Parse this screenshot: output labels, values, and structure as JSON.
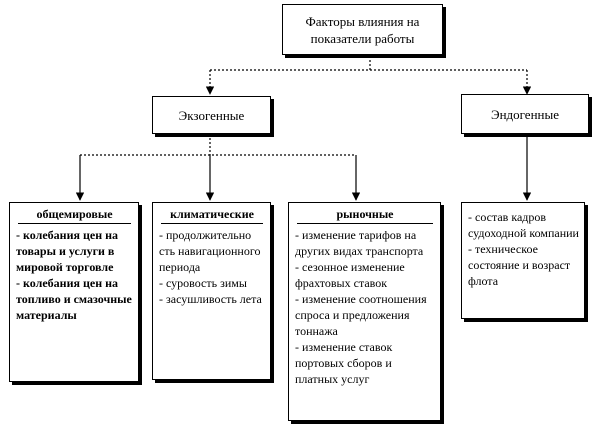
{
  "diagram": {
    "root": {
      "line1": "Факторы влияния на",
      "line2": "показатели работы"
    },
    "exogenous": {
      "label": "Экзогенные"
    },
    "endogenous": {
      "label": "Эндогенные"
    },
    "world": {
      "heading": "общемировые",
      "items": [
        "- колебания цен на товары и услуги в мировой торговле",
        "- колебания цен на топливо и смазочные материалы"
      ]
    },
    "climate": {
      "heading": "климатические",
      "items": [
        "- продолжительно сть навигационного периода",
        "- суровость зимы",
        "- засушливость лета"
      ]
    },
    "market": {
      "heading": "рыночные",
      "items": [
        "- изменение тарифов на других видах транспорта",
        "- сезонное изменение фрахтовых ставок",
        "- изменение соотношения спроса и предложения тоннажа",
        "- изменение ставок портовых сборов и платных услуг"
      ]
    },
    "endo_factors": {
      "items": [
        "- состав кадров судоходной компании",
        "- техническое состояние и возраст флота"
      ]
    }
  }
}
